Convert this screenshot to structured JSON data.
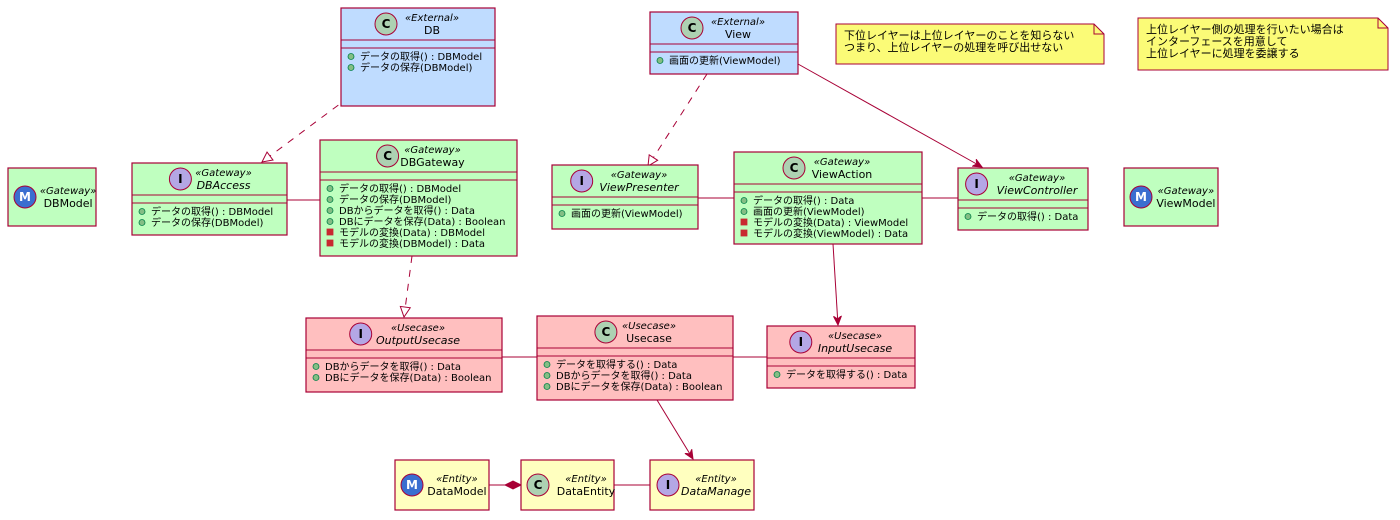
{
  "diagram": {
    "classes": [
      {
        "id": "db",
        "kind": "class",
        "stereotype": "«External»",
        "name": "DB",
        "members": [
          {
            "vis": "public",
            "text": "データの取得() : DBModel"
          },
          {
            "vis": "public",
            "text": "データの保存(DBModel)"
          }
        ]
      },
      {
        "id": "view",
        "kind": "class",
        "stereotype": "«External»",
        "name": "View",
        "members": [
          {
            "vis": "public",
            "text": "画面の更新(ViewModel)"
          }
        ]
      },
      {
        "id": "dbmodel",
        "kind": "model",
        "stereotype": "«Gateway»",
        "name": "DBModel",
        "members": []
      },
      {
        "id": "dbaccess",
        "kind": "interface",
        "stereotype": "«Gateway»",
        "name": "DBAccess",
        "members": [
          {
            "vis": "public",
            "text": "データの取得() : DBModel"
          },
          {
            "vis": "public",
            "text": "データの保存(DBModel)"
          }
        ]
      },
      {
        "id": "dbgateway",
        "kind": "class",
        "stereotype": "«Gateway»",
        "name": "DBGateway",
        "members": [
          {
            "vis": "public",
            "text": "データの取得() : DBModel"
          },
          {
            "vis": "public",
            "text": "データの保存(DBModel)"
          },
          {
            "vis": "public",
            "text": "DBからデータを取得() : Data"
          },
          {
            "vis": "public",
            "text": "DBにデータを保存(Data) : Boolean"
          },
          {
            "vis": "private",
            "text": "モデルの変換(Data) : DBModel"
          },
          {
            "vis": "private",
            "text": "モデルの変換(DBModel) : Data"
          }
        ]
      },
      {
        "id": "viewpresenter",
        "kind": "interface",
        "stereotype": "«Gateway»",
        "name": "ViewPresenter",
        "members": [
          {
            "vis": "public",
            "text": "画面の更新(ViewModel)"
          }
        ]
      },
      {
        "id": "viewaction",
        "kind": "class",
        "stereotype": "«Gateway»",
        "name": "ViewAction",
        "members": [
          {
            "vis": "public",
            "text": "データの取得() : Data"
          },
          {
            "vis": "public",
            "text": "画面の更新(ViewModel)"
          },
          {
            "vis": "private",
            "text": "モデルの変換(Data) : ViewModel"
          },
          {
            "vis": "private",
            "text": "モデルの変換(ViewModel) : Data"
          }
        ]
      },
      {
        "id": "viewcontroller",
        "kind": "interface",
        "stereotype": "«Gateway»",
        "name": "ViewController",
        "members": [
          {
            "vis": "public",
            "text": "データの取得() : Data"
          }
        ]
      },
      {
        "id": "viewmodel",
        "kind": "model",
        "stereotype": "«Gateway»",
        "name": "ViewModel",
        "members": []
      },
      {
        "id": "outputusecase",
        "kind": "interface",
        "stereotype": "«Usecase»",
        "name": "OutputUsecase",
        "members": [
          {
            "vis": "public",
            "text": "DBからデータを取得() : Data"
          },
          {
            "vis": "public",
            "text": "DBにデータを保存(Data) : Boolean"
          }
        ]
      },
      {
        "id": "usecase",
        "kind": "class",
        "stereotype": "«Usecase»",
        "name": "Usecase",
        "members": [
          {
            "vis": "public",
            "text": "データを取得する() : Data"
          },
          {
            "vis": "public",
            "text": "DBからデータを取得() : Data"
          },
          {
            "vis": "public",
            "text": "DBにデータを保存(Data) : Boolean"
          }
        ]
      },
      {
        "id": "inputusecase",
        "kind": "interface",
        "stereotype": "«Usecase»",
        "name": "InputUsecase",
        "members": [
          {
            "vis": "public",
            "text": "データを取得する() : Data"
          }
        ]
      },
      {
        "id": "datamodel",
        "kind": "model",
        "stereotype": "«Entity»",
        "name": "DataModel",
        "members": []
      },
      {
        "id": "dataentity",
        "kind": "class",
        "stereotype": "«Entity»",
        "name": "DataEntity",
        "members": []
      },
      {
        "id": "datamanage",
        "kind": "interface",
        "stereotype": "«Entity»",
        "name": "DataManage",
        "members": []
      }
    ],
    "notes": [
      {
        "id": "note1",
        "lines": [
          "下位レイヤーは上位レイヤーのことを知らない",
          "つまり、上位レイヤーの処理を呼び出せない"
        ]
      },
      {
        "id": "note2",
        "lines": [
          "上位レイヤー側の処理を行いたい場合は",
          "インターフェースを用意して",
          "上位レイヤーに処理を委譲する"
        ]
      }
    ],
    "relations": [
      {
        "from": "db",
        "to": "dbaccess",
        "type": "realization"
      },
      {
        "from": "view",
        "to": "viewpresenter",
        "type": "realization"
      },
      {
        "from": "view",
        "to": "viewcontroller",
        "type": "association"
      },
      {
        "from": "dbaccess",
        "to": "dbgateway",
        "type": "link"
      },
      {
        "from": "dbgateway",
        "to": "outputusecase",
        "type": "realization"
      },
      {
        "from": "viewpresenter",
        "to": "viewaction",
        "type": "link"
      },
      {
        "from": "viewaction",
        "to": "viewcontroller",
        "type": "link"
      },
      {
        "from": "viewaction",
        "to": "inputusecase",
        "type": "association"
      },
      {
        "from": "outputusecase",
        "to": "usecase",
        "type": "link"
      },
      {
        "from": "usecase",
        "to": "inputusecase",
        "type": "link"
      },
      {
        "from": "usecase",
        "to": "datamanage",
        "type": "association"
      },
      {
        "from": "datamodel",
        "to": "dataentity",
        "type": "composition"
      },
      {
        "from": "dataentity",
        "to": "datamanage",
        "type": "link"
      }
    ],
    "colors": {
      "external": "#bfdcff",
      "gateway": "#bfffbf",
      "usecase": "#ffbfbf",
      "entity": "#ffffbf",
      "model_plain": "#fefece",
      "border": "#a80036",
      "note_fill": "#fbfb77",
      "class_icon": "#add1b2",
      "interface_icon": "#b4a7e5",
      "model_icon": "#3a6ed0",
      "public_marker": "#84be84",
      "private_marker": "#c82930"
    }
  }
}
